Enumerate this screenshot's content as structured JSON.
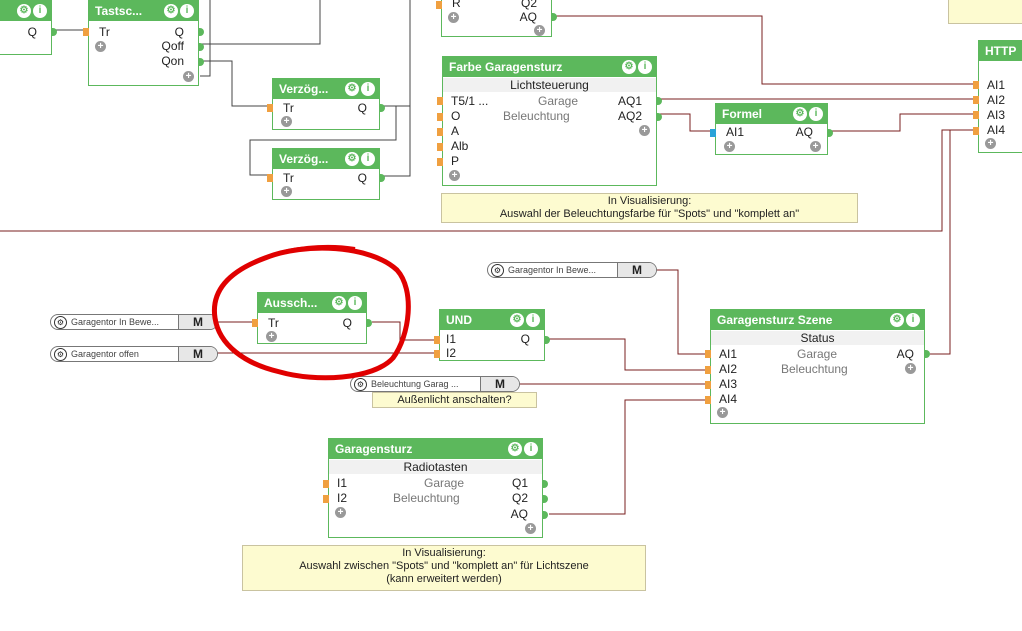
{
  "colors": {
    "block_header": "#5cb85c",
    "wire": "#7a1f1f",
    "highlight": "#e00000",
    "note_bg": "#fdfbd0",
    "input_port": "#f0a040"
  },
  "tl_block": {
    "out_q": "Q"
  },
  "tastsc": {
    "title": "Tastsc...",
    "in_tr": "Tr",
    "out_q": "Q",
    "out_qoff": "Qoff",
    "out_qon": "Qon"
  },
  "top_partial": {
    "out_q2": "Q2",
    "out_aq": "AQ",
    "in_r": "R"
  },
  "verz1": {
    "title": "Verzög...",
    "in_tr": "Tr",
    "out_q": "Q"
  },
  "verz2": {
    "title": "Verzög...",
    "in_tr": "Tr",
    "out_q": "Q"
  },
  "farbe": {
    "title": "Farbe Garagensturz",
    "subtitle": "Lichtsteuerung",
    "in1": "T5/1 ...",
    "in2": "O",
    "in3": "A",
    "in4": "Alb",
    "in5": "P",
    "mid1": "Garage",
    "mid2": "Beleuchtung",
    "out1": "AQ1",
    "out2": "AQ2"
  },
  "formel": {
    "title": "Formel",
    "in_ai1": "AI1",
    "out_aq": "AQ"
  },
  "http": {
    "title": "HTTP",
    "in1": "AI1",
    "in2": "AI2",
    "in3": "AI3",
    "in4": "AI4"
  },
  "note1": {
    "line1": "In Visualisierung:",
    "line2": "Auswahl der Beleuchtungsfarbe für \"Spots\" und \"komplett an\""
  },
  "aussch": {
    "title": "Aussch...",
    "in_tr": "Tr",
    "out_q": "Q"
  },
  "und": {
    "title": "UND",
    "in1": "I1",
    "in2": "I2",
    "out_q": "Q"
  },
  "szene": {
    "title": "Garagensturz Szene",
    "subtitle": "Status",
    "in1": "AI1",
    "in2": "AI2",
    "in3": "AI3",
    "in4": "AI4",
    "mid1": "Garage",
    "mid2": "Beleuchtung",
    "out_aq": "AQ"
  },
  "node_top": {
    "text": "Garagentor In Bewe...",
    "m": "M"
  },
  "node_left1": {
    "text": "Garagentor In Bewe...",
    "m": "M"
  },
  "node_left2": {
    "text": "Garagentor offen",
    "m": "M"
  },
  "node_bel": {
    "text": "Beleuchtung Garag ...",
    "m": "M"
  },
  "note_aussen": {
    "text": "Außenlicht anschalten?"
  },
  "garagensturz": {
    "title": "Garagensturz",
    "subtitle": "Radiotasten",
    "in1": "I1",
    "in2": "I2",
    "mid1": "Garage",
    "mid2": "Beleuchtung",
    "out1": "Q1",
    "out2": "Q2",
    "out3": "AQ"
  },
  "note2": {
    "line1": "In Visualisierung:",
    "line2": "Auswahl zwischen \"Spots\" und \"komplett an\" für Lichtszene",
    "line3": "(kann erweitert werden)"
  },
  "icons": {
    "gear": "gear-icon",
    "info": "info-icon",
    "plus": "plus-icon"
  }
}
